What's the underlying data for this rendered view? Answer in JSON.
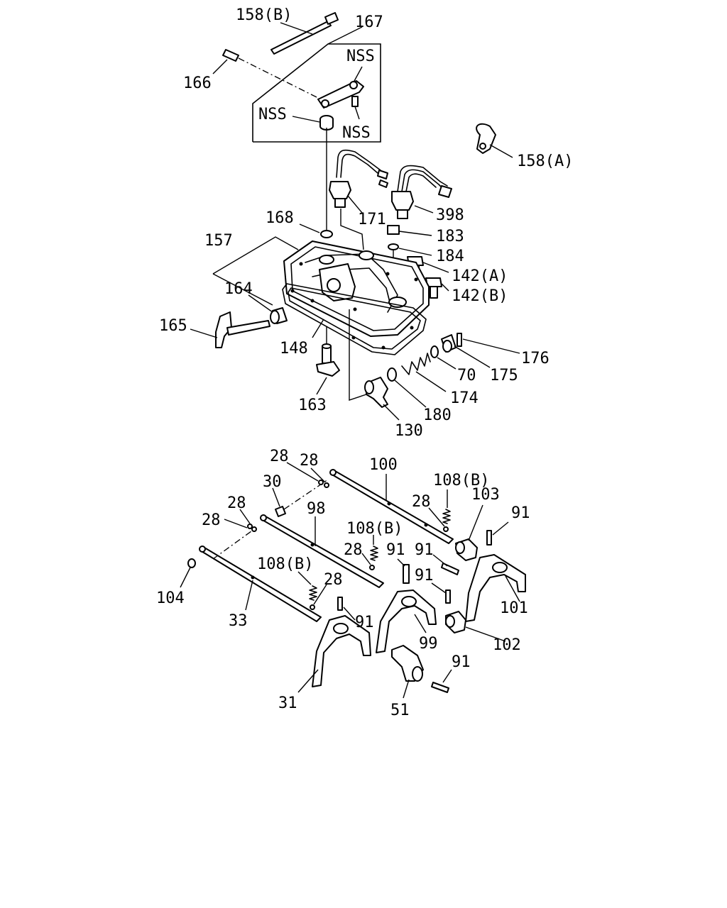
{
  "diagram": {
    "callouts": {
      "c158b": "158(B)",
      "c167": "167",
      "c166": "166",
      "nss1": "NSS",
      "nss2": "NSS",
      "nss3": "NSS",
      "c158a": "158(A)",
      "c171": "171",
      "c398": "398",
      "c168": "168",
      "c183": "183",
      "c157": "157",
      "c184": "184",
      "c142a": "142(A)",
      "c142b": "142(B)",
      "c164": "164",
      "c165": "165",
      "c176": "176",
      "c148": "148",
      "c70": "70",
      "c175": "175",
      "c174": "174",
      "c163": "163",
      "c180": "180",
      "c130": "130",
      "c28a": "28",
      "c28b": "28",
      "c100": "100",
      "c30": "30",
      "c108b1": "108(B)",
      "c103": "103",
      "c28c": "28",
      "c98": "98",
      "c28d": "28",
      "c91a": "91",
      "c28e": "28",
      "c108b2": "108(B)",
      "c28f": "28",
      "c91b": "91",
      "c91c": "91",
      "c108b3": "108(B)",
      "c91d": "91",
      "c28g": "28",
      "c104": "104",
      "c101": "101",
      "c33": "33",
      "c91e": "91",
      "c99": "99",
      "c102": "102",
      "c91f": "91",
      "c31": "31",
      "c51": "51"
    }
  }
}
